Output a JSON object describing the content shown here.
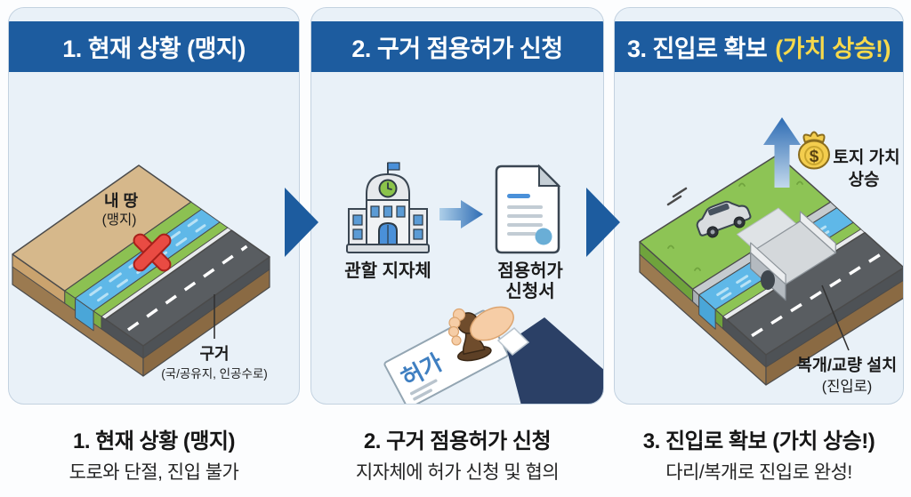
{
  "step1": {
    "header": "1. 현재 상황 (맹지)",
    "illustration": {
      "land_label": "내 땅",
      "land_sublabel": "(맹지)",
      "ditch_label": "구거",
      "ditch_sublabel": "(국/공유지, 인공수로)"
    },
    "caption": {
      "title": "1. 현재 상황 (맹지)",
      "subtitle": "도로와 단절, 진입 불가"
    }
  },
  "step2": {
    "header": "2. 구거 점용허가 신청",
    "illustration": {
      "building_label": "관할 지자체",
      "document_label_line1": "점용허가",
      "document_label_line2": "신청서",
      "stamp_paper_text": "허가"
    },
    "caption": {
      "title": "2. 구거 점용허가 신청",
      "subtitle": "지자체에 허가 신청 및 협의"
    }
  },
  "step3": {
    "header_main": "3. 진입로 확보",
    "header_accent": "(가치 상승!)",
    "illustration": {
      "value_label_line1": "토지 가치",
      "value_label_line2": "상승",
      "money_bag_symbol": "$",
      "bridge_label": "복개/교량 설치",
      "bridge_sublabel": "(진입로)"
    },
    "caption": {
      "title": "3. 진입로 확보 (가치 상승!)",
      "subtitle": "다리/복개로 진입로 완성!"
    }
  },
  "colors": {
    "header_bg": "#1d5c9f",
    "card_bg": "#e9f1f8",
    "accent_yellow": "#f7d94b",
    "arrow_blue": "#1d5c9f",
    "water_blue": "#5fb8e8",
    "grass_green": "#8cc152",
    "road_gray": "#595d61",
    "land_tan": "#d6b88b"
  }
}
